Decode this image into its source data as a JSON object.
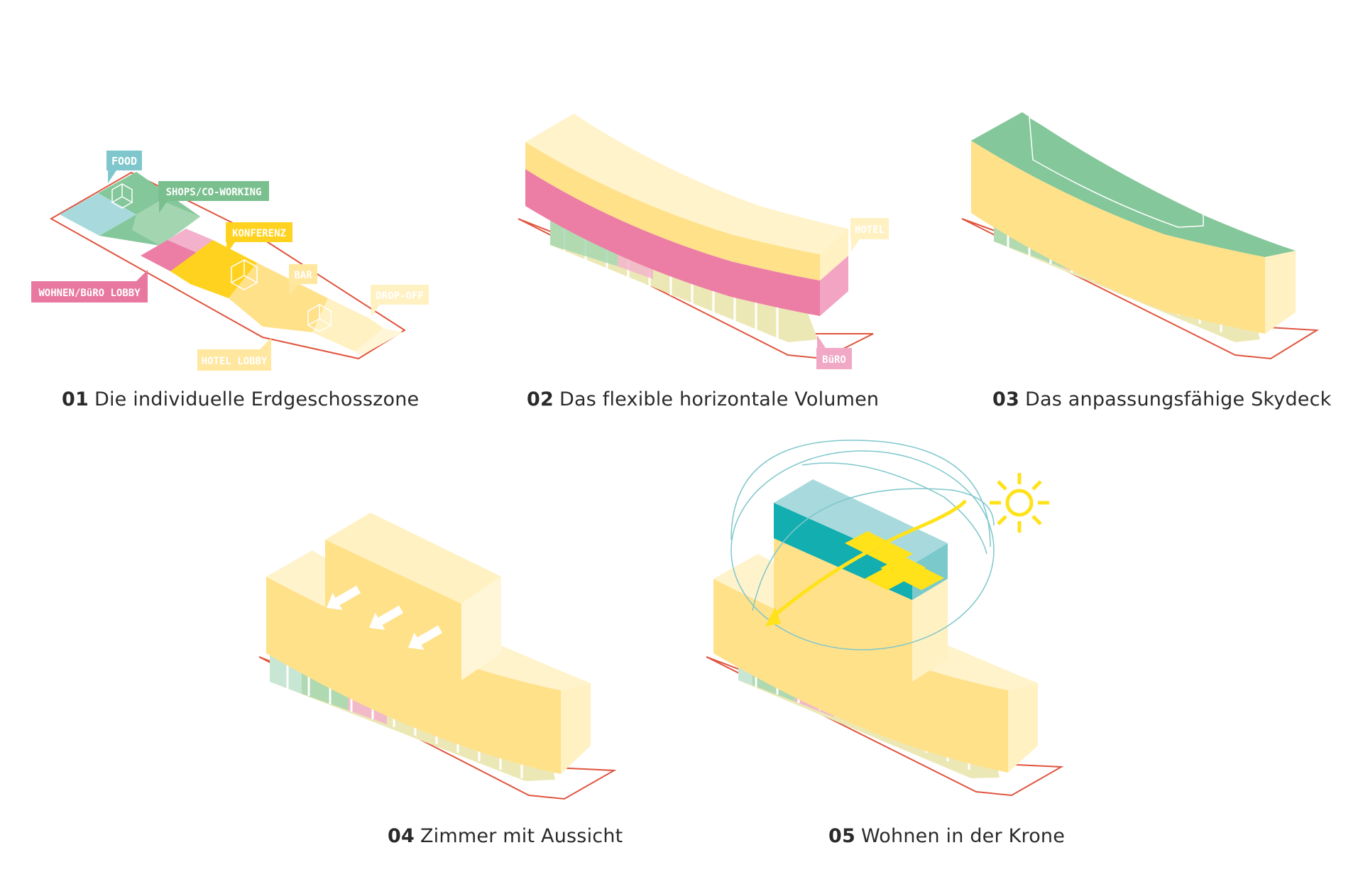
{
  "diagram_1": {
    "number": "01",
    "caption": "Die individuelle Erdgeschosszone",
    "labels": {
      "food": "FOOD",
      "shops": "SHOPS/CO-WORKING",
      "konferenz": "KONFERENZ",
      "lobby": "WOHNEN/BüRO LOBBY",
      "bar": "BAR",
      "dropoff": "DROP-OFF",
      "hotel_lobby": "HOTEL LOBBY"
    }
  },
  "diagram_2": {
    "number": "02",
    "caption": "Das flexible horizontale Volumen",
    "labels": {
      "hotel": "HOTEL",
      "buero": "BüRO"
    }
  },
  "diagram_3": {
    "number": "03",
    "caption": "Das anpassungsfähige Skydeck"
  },
  "diagram_4": {
    "number": "04",
    "caption": "Zimmer mit Aussicht"
  },
  "diagram_5": {
    "number": "05",
    "caption": "Wohnen in der Krone"
  },
  "colors": {
    "outline_red": "#e0553f",
    "yellow_top": "#fff1c2",
    "yellow_front": "#ffe18a",
    "yellow_light": "#fff6d8",
    "pink": "#ec7ea6",
    "green": "#84c79a",
    "cyan_light": "#a8dadd",
    "teal": "#12aeb0",
    "sun_yellow": "#ffe21a",
    "label_food": "#7fc7cc",
    "label_shops": "#7abf8e",
    "label_konferenz": "#ffd21f",
    "label_lobby": "#e8789f",
    "label_yellow": "#ffe7a0",
    "label_pink": "#f1a8c4"
  }
}
